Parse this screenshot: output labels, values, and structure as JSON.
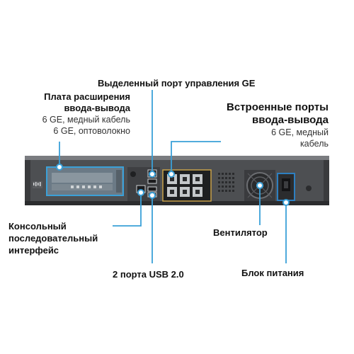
{
  "labels": {
    "mgmt_port": "Выделенный порт управления GE",
    "exp_card": {
      "title1": "Плата расширения",
      "title2": "ввода-вывода",
      "line1": "6 GE, медный кабель",
      "line2": "6 GE, оптоволокно"
    },
    "builtin_ports": {
      "title1": "Встроенные порты",
      "title2": "ввода-вывода",
      "line1": "6 GE, медный",
      "line2": "кабель"
    },
    "console": {
      "line1": "Консольный",
      "line2": "последовательный",
      "line3": "интерфейс"
    },
    "fan": "Вентилятор",
    "usb": "2 порта USB 2.0",
    "psu": "Блок питания"
  },
  "device": {
    "logo": "cisco"
  },
  "colors": {
    "callout": "#3aa0d8",
    "chassis": "#5a5c5f",
    "chassis_dark": "#2b2c2e",
    "port_frame": "#c9a24a",
    "psu_frame": "#2d7fc1"
  }
}
